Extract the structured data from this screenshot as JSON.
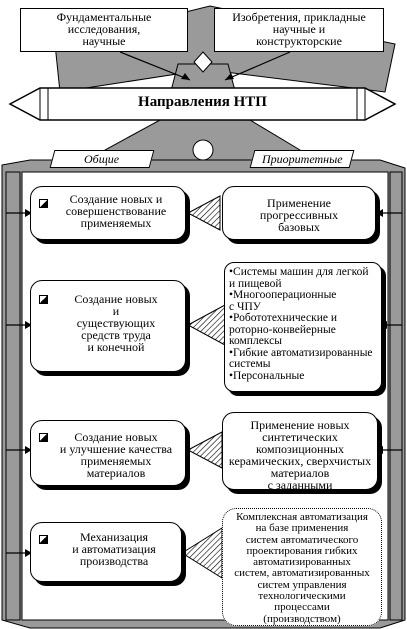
{
  "top": {
    "left_box": "Фундаментальные\nисследования,\nнаучные",
    "right_box": "Изобретения, прикладные\nнаучные и\nконструкторские"
  },
  "banner": {
    "title": "Направления НТП"
  },
  "tabs": {
    "left": "Общие",
    "right": "Приоритетные"
  },
  "rows": [
    {
      "left": "Создание новых и\nсовершенствование\nприменяемых",
      "right": "Применение\nпрогрессивных\nбазовых"
    },
    {
      "left": "Создание новых\nи\nсуществующих\nсредств труда\nи конечной",
      "right_items": [
        "•Системы машин для легкой\nи пищевой",
        "•Многооперационные\nс ЧПУ",
        "•Робототехнические и\nроторно-конвейерные\nкомплексы",
        "•Гибкие автоматизированные\nсистемы",
        "•Персональные"
      ]
    },
    {
      "left": "Создание новых\nи улучшение качества\nприменяемых\nматериалов",
      "right": "Применение новых\nсинтетических\nкомпозиционных\nкерамических, сверхчистых\nматериалов\nс заданными"
    },
    {
      "left": "Механизация\nи автоматизация\nпроизводства",
      "right": "Комплексная автоматизация\nна базе применения\nсистем автоматического\nпроектирования гибких\nавтоматизированных\nсистем, автоматизированных\nсистем управления\nтехнологическими\nпроцессами\n(производством)"
    }
  ],
  "colors": {
    "gray": "#9a9a9a",
    "dark": "#000000",
    "light": "#ffffff"
  }
}
